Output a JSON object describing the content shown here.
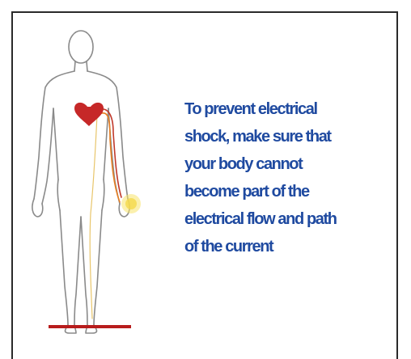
{
  "message": {
    "lines": [
      "To prevent electrical",
      "shock, make sure that",
      "your body cannot",
      "become part of the",
      "electrical flow and path",
      "of the current"
    ]
  },
  "colors": {
    "text": "#1f4aa0",
    "heart": "#c62828",
    "ground": "#b71c1c",
    "wire_red": "#c0392b",
    "wire_orange": "#e67e22",
    "spark": "#f7e36a",
    "outline": "#8a8a8a"
  },
  "icons": [
    "heart-icon",
    "spark-icon",
    "ground-line"
  ]
}
